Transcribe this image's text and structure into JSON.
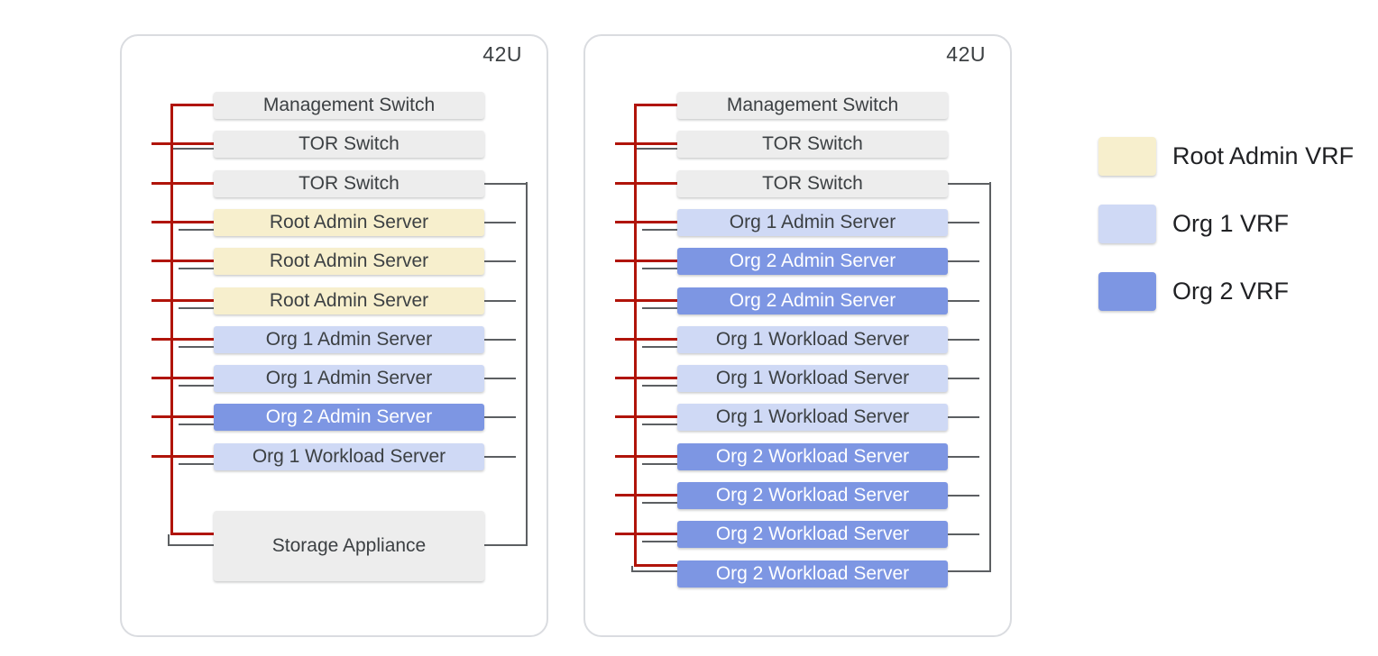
{
  "racks": [
    {
      "label": "42U",
      "units": [
        {
          "name": "Management Switch",
          "type": "infra"
        },
        {
          "name": "TOR Switch",
          "type": "infra"
        },
        {
          "name": "TOR Switch",
          "type": "infra"
        },
        {
          "name": "Root Admin Server",
          "type": "root_admin"
        },
        {
          "name": "Root Admin Server",
          "type": "root_admin"
        },
        {
          "name": "Root Admin Server",
          "type": "root_admin"
        },
        {
          "name": "Org 1 Admin Server",
          "type": "org1"
        },
        {
          "name": "Org 1 Admin Server",
          "type": "org1"
        },
        {
          "name": "Org 2 Admin Server",
          "type": "org2"
        },
        {
          "name": "Org 1 Workload Server",
          "type": "org1"
        },
        {
          "name": "Storage Appliance",
          "type": "infra",
          "tall": true
        }
      ]
    },
    {
      "label": "42U",
      "units": [
        {
          "name": "Management Switch",
          "type": "infra"
        },
        {
          "name": "TOR Switch",
          "type": "infra"
        },
        {
          "name": "TOR Switch",
          "type": "infra"
        },
        {
          "name": "Org 1 Admin Server",
          "type": "org1"
        },
        {
          "name": "Org 2 Admin Server",
          "type": "org2"
        },
        {
          "name": "Org 2 Admin Server",
          "type": "org2"
        },
        {
          "name": "Org 1 Workload Server",
          "type": "org1"
        },
        {
          "name": "Org 1 Workload Server",
          "type": "org1"
        },
        {
          "name": "Org 1 Workload Server",
          "type": "org1"
        },
        {
          "name": "Org 2 Workload Server",
          "type": "org2"
        },
        {
          "name": "Org 2 Workload Server",
          "type": "org2"
        },
        {
          "name": "Org 2 Workload Server",
          "type": "org2"
        },
        {
          "name": "Org 2 Workload Server",
          "type": "org2"
        }
      ]
    }
  ],
  "legend": {
    "items": [
      {
        "label": "Root Admin VRF",
        "type": "root_admin"
      },
      {
        "label": "Org 1 VRF",
        "type": "org1"
      },
      {
        "label": "Org 2 VRF",
        "type": "org2"
      }
    ]
  },
  "colors": {
    "root_admin": "#F7EFCD",
    "org1": "#CFD9F5",
    "org2": "#7D96E3",
    "infra": "#EDEDED",
    "mgmt_line": "#B0140A",
    "data_line": "#5C5F62"
  }
}
